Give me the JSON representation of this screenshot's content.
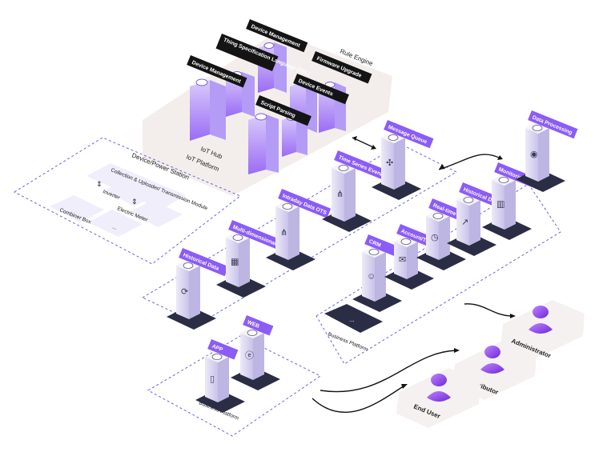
{
  "colors": {
    "purple": "#8b5cf6",
    "purple_dark": "#6d3fe0",
    "platform_bg": "#f3eeeb",
    "label_dark": "#141414",
    "base_dark": "#2b2d45",
    "dashed": "#6b63d9"
  },
  "iot_platform": {
    "title": "IoT Platform",
    "subtitle": "IoT Hub",
    "rule_engine": "Rule Engine",
    "modules": {
      "device_management_top": "Device Management",
      "thing_spec": "Thing Specification Language (TSL)",
      "device_management_left": "Device Management",
      "firmware_upgrade": "Firmware Upgrade",
      "device_events": "Device Events",
      "script_parsing": "Script Parsing"
    }
  },
  "station": {
    "title": "Device/Power Station",
    "module": "Collection & Uploader/ Transmission Module",
    "inverter": "Inverter",
    "electric_meter": "Electric Meter",
    "combiner_box": "Combiner Box",
    "more": "..."
  },
  "data_platform": {
    "message_queue": "Message Queue",
    "time_series": "Time Series Event OTS",
    "intraday": "Intraday Data OTS",
    "multidimensional": "Multi-dimensional query OTS/Function/ADB",
    "historical": "Historical Data"
  },
  "processing": {
    "data_processing": "Data Processing",
    "monitoring_report": "Monitoring Report",
    "historical_management": "Historical Data Management",
    "realtime_management": "Real-time Data Management",
    "account_tickets": "Account/Tickets",
    "crm": "CRM",
    "more": "...",
    "business_platform": "Business Platform"
  },
  "clients": {
    "web": "WEB",
    "app": "APP",
    "business_platform": "Business Platform"
  },
  "roles": {
    "administrator": "Administrator",
    "distributor": "Distributor",
    "end_user": "End User"
  }
}
